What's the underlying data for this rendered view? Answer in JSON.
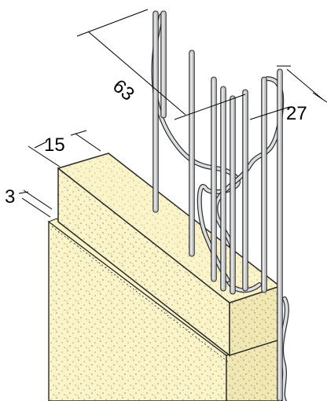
{
  "colors": {
    "block_face": "#fbf4c8",
    "block_side": "#f1e7b2",
    "outline": "#2b2b2b",
    "rod_fill": "#c6c9cc",
    "rod_highlight": "#eef0f1",
    "speckle": "#6b6b52"
  },
  "dimensions": {
    "height_63": "63",
    "width_15": "15",
    "depth_27": "27",
    "gap_3": "3"
  }
}
